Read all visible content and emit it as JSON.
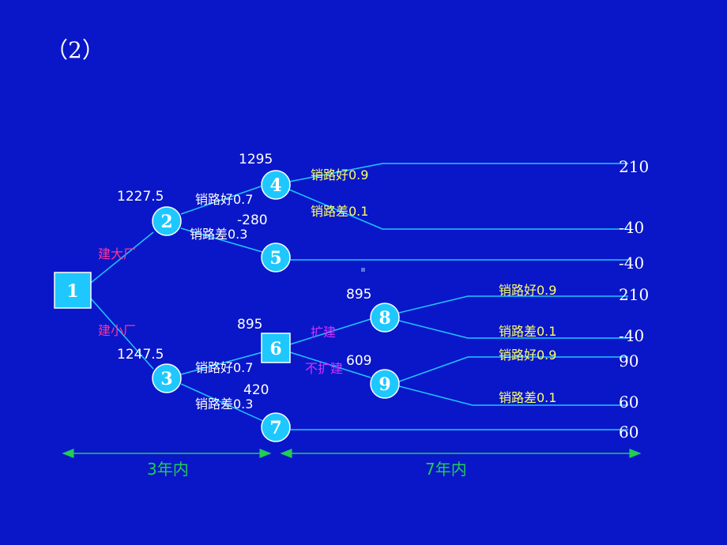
{
  "title": "（2）",
  "colors": {
    "background": "#0a17c8",
    "edge": "#1ec8ff",
    "node_fill": "#1ec8ff",
    "node_text": "#ffffff",
    "value_text": "#ffffff",
    "prob_text": "#ffff66",
    "decision_text": "#ff3399",
    "decision_text2": "#cc33ff",
    "timeline": "#22cc55"
  },
  "nodes": [
    {
      "id": "1",
      "label": "1",
      "shape": "square"
    },
    {
      "id": "2",
      "label": "2",
      "shape": "circle",
      "value": "1227.5"
    },
    {
      "id": "3",
      "label": "3",
      "shape": "circle",
      "value": "1247.5"
    },
    {
      "id": "4",
      "label": "4",
      "shape": "circle",
      "value": "1295"
    },
    {
      "id": "5",
      "label": "5",
      "shape": "circle",
      "value": "-280"
    },
    {
      "id": "6",
      "label": "6",
      "shape": "square",
      "value": "895"
    },
    {
      "id": "7",
      "label": "7",
      "shape": "circle",
      "value": "420"
    },
    {
      "id": "8",
      "label": "8",
      "shape": "circle",
      "value": "895"
    },
    {
      "id": "9",
      "label": "9",
      "shape": "circle",
      "value": "609"
    }
  ],
  "branches": {
    "build_big": "建大厂",
    "build_small": "建小厂",
    "n2_good": "销路好0.7",
    "n2_bad": "销路差0.3",
    "n3_good": "销路好0.7",
    "n3_bad": "销路差0.3",
    "n4_good": "销路好0.9",
    "n4_bad": "销路差0.1",
    "expand": "扩建",
    "no_expand": "不扩建",
    "n8_good": "销路好0.9",
    "n8_bad": "销路差0.1",
    "n9_good": "销路好0.9",
    "n9_bad": "销路差0.1"
  },
  "payoffs": [
    "210",
    "-40",
    "-40",
    "210",
    "-40",
    "90",
    "60",
    "60"
  ],
  "timeline": {
    "period1": "3年内",
    "period2": "7年内"
  }
}
